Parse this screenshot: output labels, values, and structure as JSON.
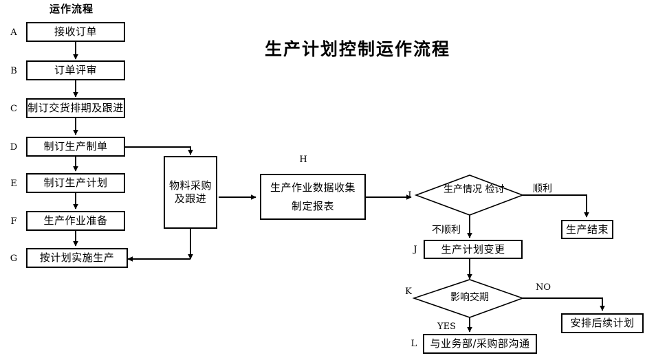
{
  "header": {
    "column_label": "运作流程",
    "title": "生产计划控制运作流程"
  },
  "steps": {
    "A": "A",
    "B": "B",
    "C": "C",
    "D": "D",
    "E": "E",
    "F": "F",
    "G": "G",
    "H": "H",
    "I": "I",
    "J": "J",
    "K": "K",
    "L": "L"
  },
  "nodes": {
    "A": {
      "text": "接收订单"
    },
    "B": {
      "text": "订单评审"
    },
    "C": {
      "text": "制订交货排期及跟进"
    },
    "D": {
      "text": "制订生产制单"
    },
    "E": {
      "text": "制订生产计划"
    },
    "F": {
      "text": "生产作业准备"
    },
    "G": {
      "text": "按计划实施生产"
    },
    "material": {
      "line1": "物料采购",
      "line2": "及跟进"
    },
    "H": {
      "line1": "生产作业数据收集",
      "line2": "制定报表"
    },
    "I": {
      "line1": "生产情况",
      "line2": "检讨"
    },
    "end": {
      "text": "生产结束"
    },
    "J": {
      "text": "生产计划变更"
    },
    "K": {
      "text": "影响交期"
    },
    "next": {
      "text": "安排后续计划"
    },
    "L": {
      "text": "与业务部/采购部沟通"
    }
  },
  "edge_labels": {
    "smooth": "顺利",
    "not_smooth": "不顺利",
    "no": "NO",
    "yes": "YES"
  },
  "colors": {
    "stroke": "#000000",
    "background": "#ffffff",
    "text": "#000000"
  }
}
